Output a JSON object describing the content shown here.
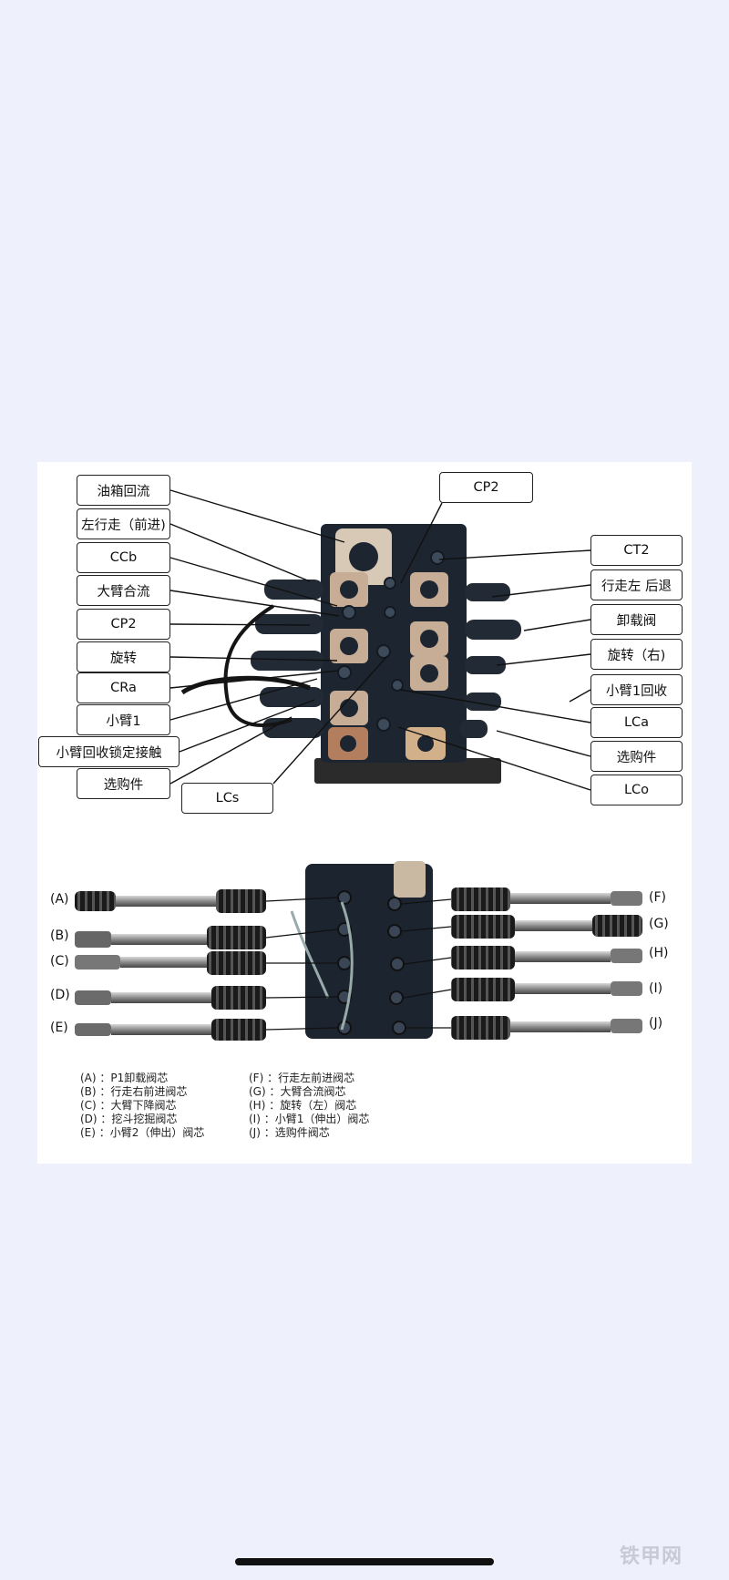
{
  "top_diagram": {
    "callouts_left": [
      "油箱回流",
      "左行走（前进)",
      "CCb",
      "大臂合流",
      "CP2",
      "旋转",
      "CRa",
      "小臂1",
      "小臂回收锁定接触",
      "选购件"
    ],
    "callouts_bottom": [
      "LCs"
    ],
    "callouts_top": [
      "CP2"
    ],
    "callouts_right": [
      "CT2",
      "行走左 后退",
      "卸载阀",
      "旋转（右)",
      "小臂1回收",
      "LCa",
      "选购件",
      "LCo"
    ]
  },
  "bottom_diagram": {
    "spools_left": [
      "(A)",
      "(B)",
      "(C)",
      "(D)",
      "(E)"
    ],
    "spools_right": [
      "(F)",
      "(G)",
      "(H)",
      "(I)",
      "(J)"
    ],
    "legend_left": [
      "(A) ：P1卸载阀芯",
      "(B) ：行走右前进阀芯",
      "(C) ：大臂下降阀芯",
      "(D) ：挖斗挖掘阀芯",
      "(E) ：小臂2（伸出）阀芯"
    ],
    "legend_right": [
      "(F) ：行走左前进阀芯",
      "(G) ：大臂合流阀芯",
      "(H) ：旋转（左）阀芯",
      "(I) ：小臂1（伸出）阀芯",
      "(J) ：选购件阀芯"
    ]
  },
  "watermark": "铁甲网"
}
